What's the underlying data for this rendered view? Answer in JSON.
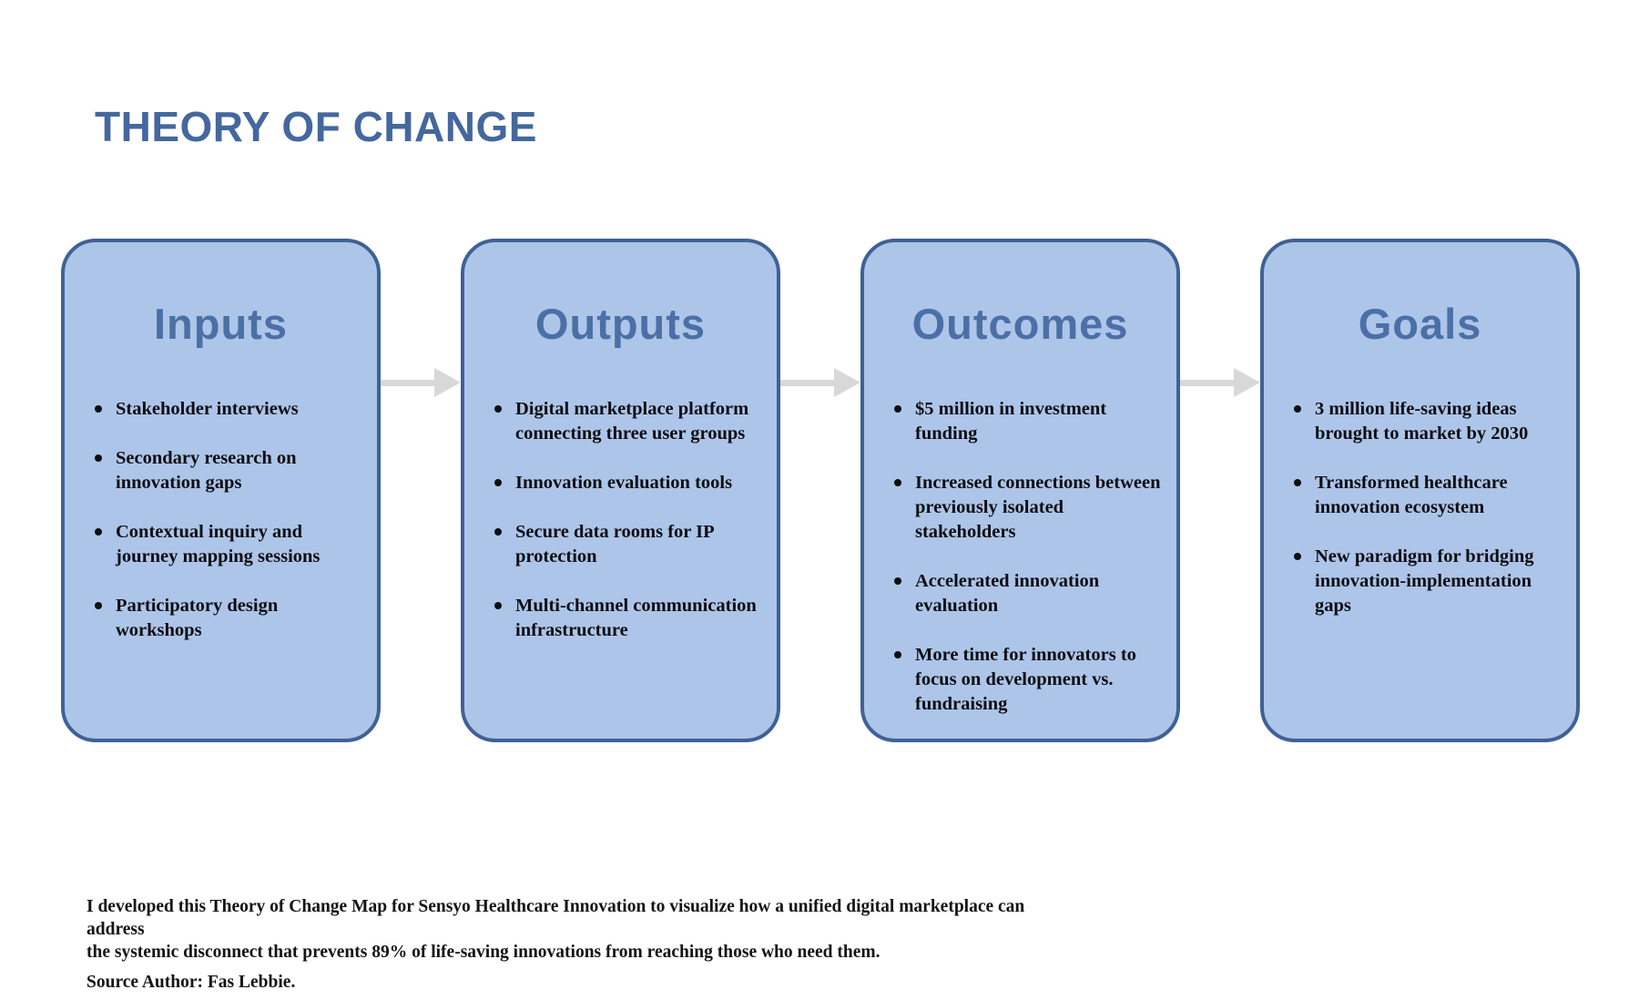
{
  "page_title": "THEORY OF CHANGE",
  "colors": {
    "title": "#44689e",
    "heading": "#4a70a6",
    "box-fill": "#adc5e8",
    "box-border": "#3f6195",
    "arrow": "#d8d8d8",
    "text": "#0d0d12"
  },
  "columns": [
    {
      "heading": "Inputs",
      "items": [
        "Stakeholder interviews",
        "Secondary research on innovation gaps",
        "Contextual inquiry and journey mapping sessions",
        "Participatory design workshops"
      ]
    },
    {
      "heading": "Outputs",
      "items": [
        "Digital marketplace platform connecting three user groups",
        "Innovation evaluation tools",
        "Secure data rooms for IP protection",
        "Multi-channel communication infrastructure"
      ]
    },
    {
      "heading": "Outcomes",
      "items": [
        "$5 million in investment funding",
        "Increased connections between previously isolated stakeholders",
        "Accelerated innovation evaluation",
        "More time for innovators to focus on development vs. fundraising"
      ]
    },
    {
      "heading": "Goals",
      "items": [
        "3 million life-saving ideas brought to market by 2030",
        "Transformed healthcare innovation ecosystem",
        "New paradigm for bridging innovation-implementation gaps"
      ]
    }
  ],
  "caption": {
    "line1": "I developed this Theory of Change Map for Sensyo Healthcare Innovation to visualize how a unified digital marketplace can address",
    "line2": "the systemic disconnect that prevents 89% of life-saving innovations from reaching those who need them.",
    "source": "Source Author: Fas Lebbie."
  }
}
